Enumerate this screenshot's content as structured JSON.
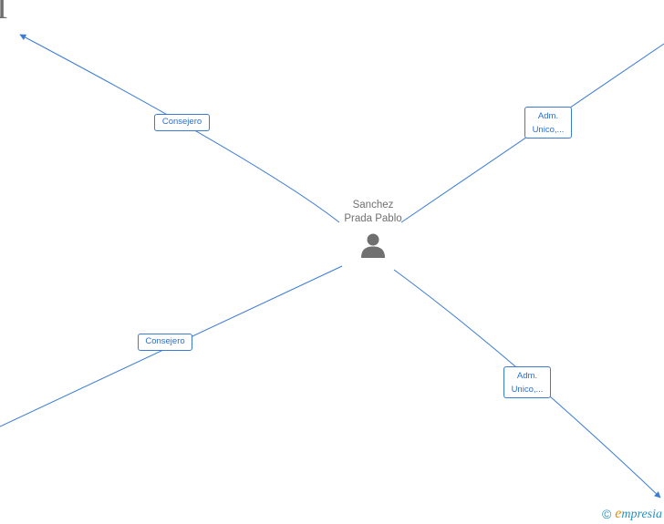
{
  "center": {
    "name_line1": "Sanchez",
    "name_line2": "Prada Pablo",
    "icon": "person-icon"
  },
  "edges": [
    {
      "label_lines": [
        "Consejero"
      ]
    },
    {
      "label_lines": [
        "Adm.",
        "Unico,..."
      ]
    },
    {
      "label_lines": [
        "Consejero"
      ]
    },
    {
      "label_lines": [
        "Adm.",
        "Unico,..."
      ]
    }
  ],
  "corner_fragment": "l",
  "watermark": {
    "copyright": "©",
    "brand_initial": "e",
    "brand_rest": "mpresia"
  },
  "colors": {
    "edge": "#3a7bd5",
    "label_text": "#2a6fd1",
    "node_text": "#707070",
    "brand_blue": "#2a8fbf",
    "brand_orange": "#f08a00"
  }
}
